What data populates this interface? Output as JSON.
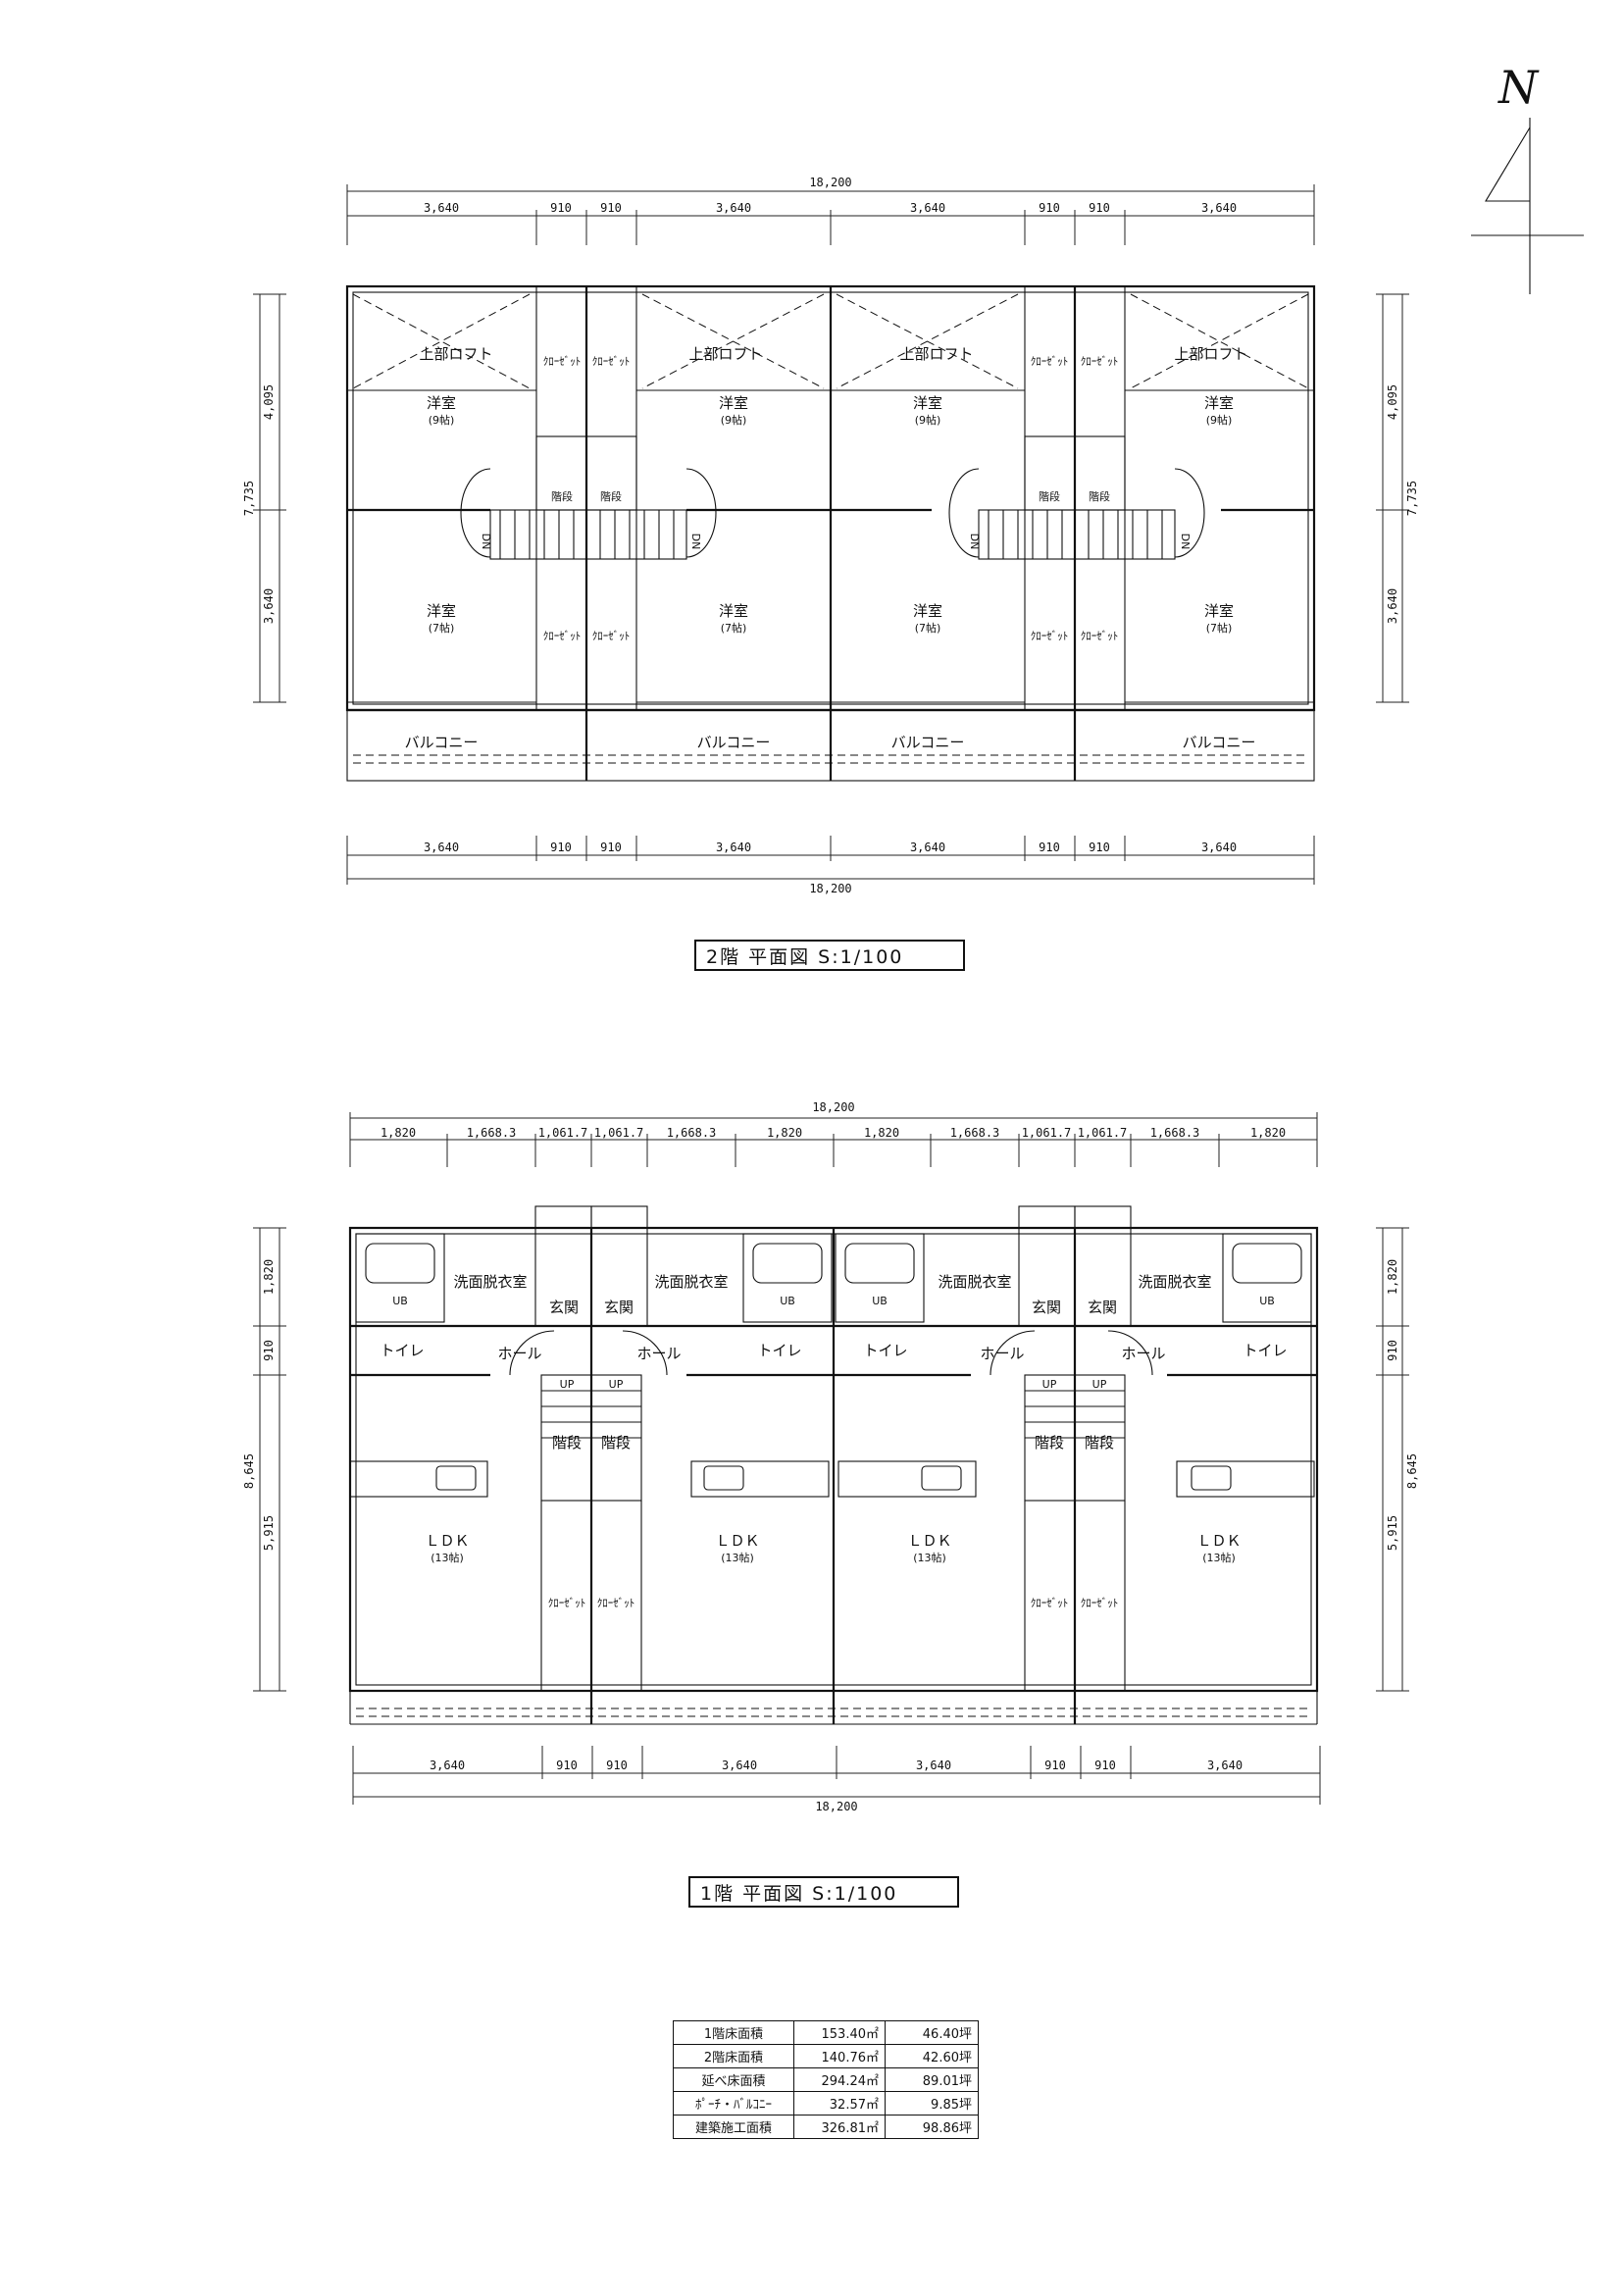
{
  "north_label": "N",
  "floor2": {
    "title": "2階  平面図  S:1/100",
    "dims_top_total": "18,200",
    "dims_top": [
      "3,640",
      "910",
      "910",
      "3,640",
      "3,640",
      "910",
      "910",
      "3,640"
    ],
    "dims_side_total": "7,735",
    "dims_side": [
      "4,095",
      "3,640"
    ],
    "rooms": {
      "loft": "上部ロフト",
      "western_a": "洋室",
      "western_a_size": "(9帖)",
      "western_b": "洋室",
      "western_b_size": "(7帖)",
      "closet": "ｸﾛｰｾﾞｯﾄ",
      "stairs": "階段",
      "dn": "DN",
      "balcony": "バルコニー"
    }
  },
  "floor1": {
    "title": "1階  平面図  S:1/100",
    "dims_top_total": "18,200",
    "dims_top": [
      "1,820",
      "1,668.3",
      "1,061.7",
      "1,061.7",
      "1,668.3",
      "1,820",
      "1,820",
      "1,668.3",
      "1,061.7",
      "1,061.7",
      "1,668.3",
      "1,820"
    ],
    "dims_bottom": [
      "3,640",
      "910",
      "910",
      "3,640",
      "3,640",
      "910",
      "910",
      "3,640"
    ],
    "dims_bottom_total": "18,200",
    "dims_side_total": "8,645",
    "dims_side": [
      "1,820",
      "910",
      "5,915"
    ],
    "rooms": {
      "washroom": "洗面脱衣室",
      "entrance": "玄関",
      "toilet": "トイレ",
      "hall": "ホール",
      "up": "UP",
      "stairs": "階段",
      "ldk": "ＬＤＫ",
      "ldk_size": "(13帖)",
      "closet": "ｸﾛｰｾﾞｯﾄ",
      "ub": "UB"
    }
  },
  "area_table": [
    {
      "label": "1階床面積",
      "m2": "153.40㎡",
      "tsubo": "46.40坪"
    },
    {
      "label": "2階床面積",
      "m2": "140.76㎡",
      "tsubo": "42.60坪"
    },
    {
      "label": "延べ床面積",
      "m2": "294.24㎡",
      "tsubo": "89.01坪"
    },
    {
      "label": "ﾎﾟｰﾁ・ﾊﾞﾙｺﾆｰ",
      "m2": "32.57㎡",
      "tsubo": "9.85坪"
    },
    {
      "label": "建築施工面積",
      "m2": "326.81㎡",
      "tsubo": "98.86坪"
    }
  ]
}
